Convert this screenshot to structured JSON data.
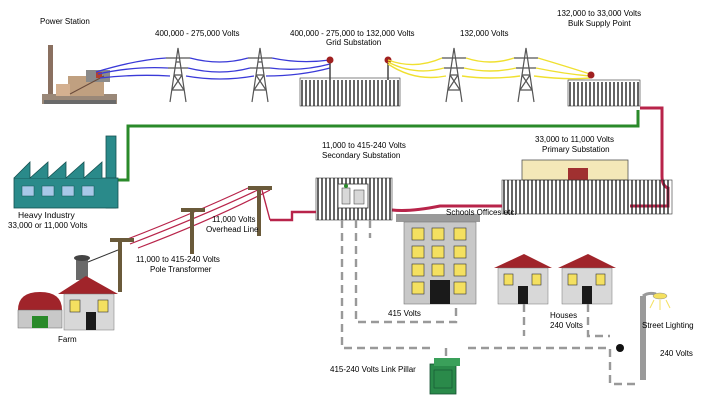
{
  "labels": {
    "power_station": "Power Station",
    "v_400_275": "400,000 - 275,000 Volts",
    "grid_sub_l1": "400,000 - 275,000  to 132,000 Volts",
    "grid_sub_l2": "Grid Substation",
    "v_132": "132,000 Volts",
    "bulk_l1": "132,000  to  33,000 Volts",
    "bulk_l2": "Bulk Supply Point",
    "secondary_l1": "11,000 to 415-240 Volts",
    "secondary_l2": "Secondary Substation",
    "primary_l1": "33,000  to 11,000 Volts",
    "primary_l2": "Primary Substation",
    "heavy_l1": "Heavy Industry",
    "heavy_l2": "33,000 or 11,000 Volts",
    "overhead_l1": "11,000 Volts",
    "overhead_l2": "Overhead  Line",
    "pole_l1": "11,000 to 415-240 Volts",
    "pole_l2": "Pole Transformer",
    "schools": "Schools  Offices  etc.",
    "v_415": "415 Volts",
    "houses_l1": "Houses",
    "houses_l2": "240 Volts",
    "street": "Street Lighting",
    "v_240": "240 Volts",
    "farm": "Farm",
    "link_pillar": "415-240 Volts Link Pillar"
  },
  "colors": {
    "line_400kv": "#3a3ad8",
    "line_132kv": "#f0e030",
    "line_33kv": "#b8244a",
    "line_heavy": "#2a8a2a",
    "line_11kv": "#b8244a",
    "line_lv": "#999999",
    "house_roof": "#a0242a",
    "factory": "#2a8a8a"
  }
}
